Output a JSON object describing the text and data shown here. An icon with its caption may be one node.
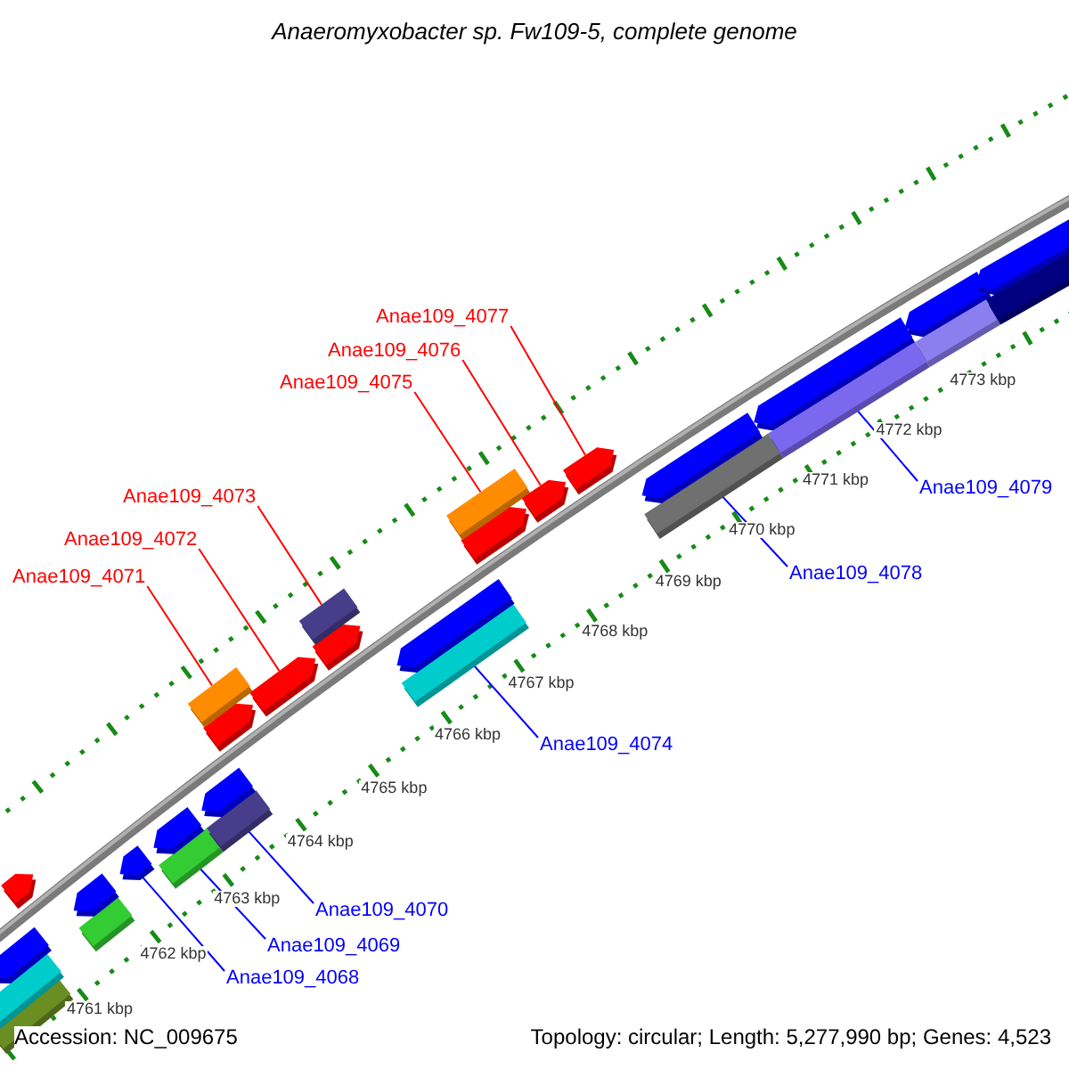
{
  "diagram": {
    "title": "Anaeromyxobacter sp. Fw109-5, complete genome",
    "nodes": [
      {
        "text": [
          "Anae109_4077"
        ]
      },
      {
        "text": [
          "Anae109_4076"
        ]
      },
      {
        "text": [
          "Anae109_4075"
        ]
      },
      {
        "text": [
          "Anae109_4079"
        ]
      },
      {
        "text": [
          "Anae109_4073"
        ]
      },
      {
        "text": [
          "Anae109_4072"
        ]
      },
      {
        "text": [
          "Anae109_4078"
        ]
      },
      {
        "text": [
          "Anae109_4071"
        ]
      },
      {
        "text": [
          "Anae109_4074"
        ]
      },
      {
        "text": [
          "Anae109_4070"
        ]
      },
      {
        "text": [
          "Anae109_4069"
        ]
      },
      {
        "text": [
          "Anae109_4068"
        ]
      },
      {
        "text": [],
        "shape": "bar"
      },
      {
        "text": [],
        "shape": "bar"
      },
      {
        "text": [],
        "shape": "pentagon"
      },
      {
        "text": [],
        "shape": "pentagon"
      },
      {
        "text": [],
        "shape": "bar"
      },
      {
        "text": [],
        "shape": "pentagon"
      },
      {
        "text": [],
        "shape": "pentagon"
      },
      {
        "text": [],
        "shape": "bar"
      },
      {
        "text": [],
        "shape": "pentagon"
      },
      {
        "text": [],
        "shape": "bar"
      },
      {
        "text": [],
        "shape": "pentagon"
      },
      {
        "text": [],
        "shape": "pentagon"
      },
      {
        "text": [],
        "shape": "bar"
      },
      {
        "text": [],
        "shape": "pentagon"
      },
      {
        "text": [],
        "shape": "pentagon"
      },
      {
        "text": [],
        "shape": "bar"
      },
      {
        "text": [],
        "shape": "bar"
      },
      {
        "text": [],
        "shape": "pentagon"
      },
      {
        "text": [],
        "shape": "pentagon"
      },
      {
        "text": [],
        "shape": "bar"
      },
      {
        "text": [],
        "shape": "pentagon"
      },
      {
        "text": [],
        "shape": "pentagon"
      },
      {
        "text": [],
        "shape": "bar"
      },
      {
        "text": [],
        "shape": "pentagon"
      },
      {
        "text": [],
        "shape": "pentagon"
      },
      {
        "text": [],
        "shape": "bar"
      },
      {
        "text": [],
        "shape": "pentagon"
      },
      {
        "text": [],
        "shape": "bar"
      },
      {
        "text": [],
        "shape": "pentagon"
      },
      {
        "text": [],
        "shape": "bar"
      }
    ],
    "edges": [
      {
        "from": 0,
        "to": 33,
        "arrow": "none",
        "color": "#ff0000"
      },
      {
        "from": 1,
        "to": 32,
        "arrow": "none",
        "color": "#ff0000"
      },
      {
        "from": 2,
        "to": 31,
        "arrow": "none",
        "color": "#ff0000"
      },
      {
        "from": 3,
        "to": 37,
        "arrow": "none",
        "color": "#0000ff"
      },
      {
        "from": 4,
        "to": 27,
        "arrow": "none",
        "color": "#ff0000"
      },
      {
        "from": 5,
        "to": 25,
        "arrow": "none",
        "color": "#ff0000"
      },
      {
        "from": 6,
        "to": 34,
        "arrow": "none",
        "color": "#0000ff"
      },
      {
        "from": 7,
        "to": 24,
        "arrow": "none",
        "color": "#ff0000"
      },
      {
        "from": 8,
        "to": 28,
        "arrow": "none",
        "color": "#0000ff"
      },
      {
        "from": 9,
        "to": 21,
        "arrow": "none",
        "color": "#0000ff"
      },
      {
        "from": 10,
        "to": 19,
        "arrow": "none",
        "color": "#0000ff"
      },
      {
        "from": 11,
        "to": 18,
        "arrow": "none",
        "color": "#0000ff"
      }
    ],
    "labels": [
      "4773 kbp",
      "4772 kbp",
      "4771 kbp",
      "4770 kbp",
      "4769 kbp",
      "4768 kbp",
      "4767 kbp",
      "4766 kbp",
      "4765 kbp",
      "4764 kbp",
      "4763 kbp",
      "4762 kbp",
      "4761 kbp",
      "Accession: NC_009675",
      "Topology: circular; Length: 5,277,990 bp; Genes: 4,523"
    ]
  }
}
